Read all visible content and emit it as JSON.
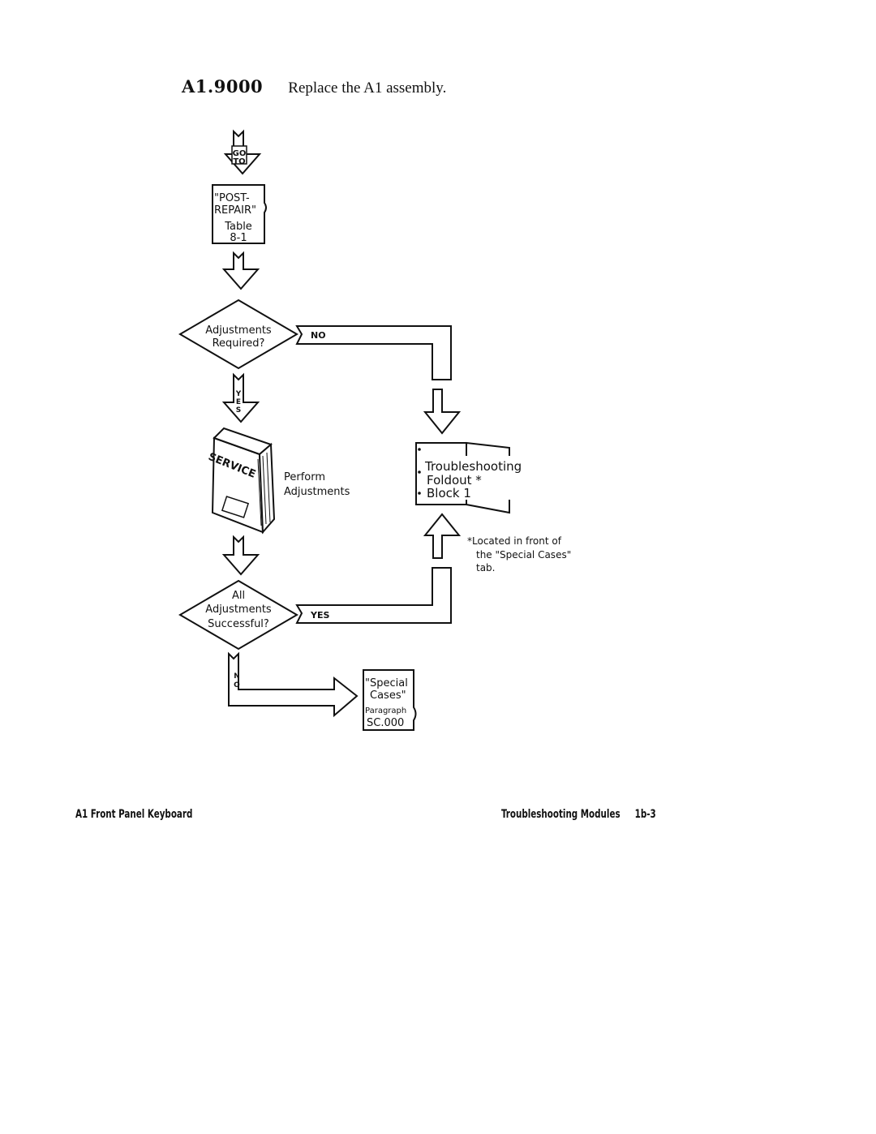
{
  "heading": {
    "code": "A1.9000",
    "text": "Replace the A1 assembly."
  },
  "arrows": {
    "goto_line1": "GO",
    "goto_line2": "TO",
    "yes_letters": [
      "Y",
      "E",
      "S"
    ],
    "no_letters": [
      "N",
      "O"
    ],
    "no_branch_label": "NO",
    "yes_branch_label": "YES"
  },
  "post_repair": {
    "line1": "\"POST-",
    "line2": "REPAIR\"",
    "line3": "Table",
    "line4": "8-1"
  },
  "decision_adjust": {
    "line1": "Adjustments",
    "line2": "Required?"
  },
  "manual": {
    "spine_text": "SERVICE"
  },
  "perform": {
    "line1": "Perform",
    "line2": "Adjustments"
  },
  "decision_success": {
    "line1": "All",
    "line2": "Adjustments",
    "line3": "Successful?"
  },
  "foldout": {
    "line1": "Troubleshooting",
    "line2": "Foldout *",
    "line3": "Block 1"
  },
  "note": {
    "line1": "*Located in front of",
    "line2": "the \"Special Cases\"",
    "line3": "tab."
  },
  "special_cases": {
    "line1": "\"Special",
    "line2": "Cases\"",
    "line3": "Paragraph",
    "line4": "SC.000"
  },
  "footer": {
    "left": "A1 Front Panel Keyboard",
    "right": "Troubleshooting Modules",
    "page": "1b-3"
  }
}
